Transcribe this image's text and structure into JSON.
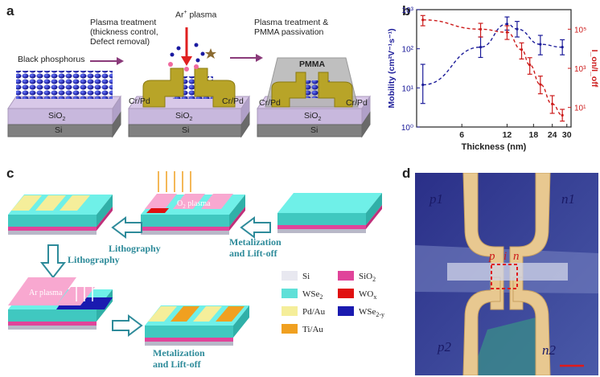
{
  "panels": {
    "a": {
      "letter": "a",
      "step1_label": "Black phosphorus",
      "step2_label_lines": [
        "Plasma treatment",
        "(thickness control,",
        "Defect removal)"
      ],
      "plasma_label": "Ar",
      "plasma_sup": "+",
      "plasma_suffix": " plasma",
      "step3_label_lines": [
        "Plasma treatment &",
        "PMMA passivation"
      ],
      "pmma": "PMMA",
      "sio2": "SiO",
      "sio2_sub": "2",
      "si": "Si",
      "contact": "Cr/Pd"
    },
    "b": {
      "letter": "b"
    },
    "c": {
      "letter": "c",
      "lithography_1": "Lithography",
      "metal_1_lines": [
        "Metalization",
        "and Lift-off"
      ],
      "lithography_2": "Lithography",
      "metal_2_lines": [
        "Metalization",
        "and Lift-off"
      ],
      "o2_plasma": "O",
      "o2_sub": "2",
      "o2_suffix": " plasma",
      "ar_plasma": "Ar plasma",
      "legend": [
        {
          "label": "Si",
          "sub": "",
          "color": "#e8e8f0"
        },
        {
          "label": "SiO",
          "sub": "2",
          "color": "#e0449a"
        },
        {
          "label": "WSe",
          "sub": "2",
          "color": "#5fe0d8"
        },
        {
          "label": "WO",
          "sub": "x",
          "color": "#e01010"
        },
        {
          "label": "Pd/Au",
          "sub": "",
          "color": "#f5ee9a"
        },
        {
          "label": "WSe",
          "sub": "2-y",
          "color": "#1a1ab0"
        },
        {
          "label": "Ti/Au",
          "sub": "",
          "color": "#f0a020"
        }
      ]
    },
    "d": {
      "letter": "d",
      "labels": [
        "p1",
        "n1",
        "p2",
        "n2"
      ],
      "pin": [
        "p",
        "i",
        "n"
      ]
    }
  },
  "chart_data": {
    "type": "scatter",
    "xlabel": "Thickness (nm)",
    "ylabel_left": "Mobility (cm²V⁻¹s⁻¹)",
    "ylabel_right": "I_on/I_off",
    "x_scale": "log",
    "x_ticks": [
      6,
      12,
      18,
      24,
      30
    ],
    "xlim": [
      3,
      32
    ],
    "ylim_left": [
      1,
      1000
    ],
    "ylim_right": [
      1,
      1000000
    ],
    "left_tick_labels": [
      "10⁰",
      "10¹",
      "10²",
      "10³"
    ],
    "right_tick_labels": [
      "10¹",
      "10³",
      "10⁵"
    ],
    "series": [
      {
        "axis": "left",
        "color": "#1a1a99",
        "x": [
          3.3,
          8,
          12,
          14,
          20,
          28
        ],
        "y": [
          12,
          110,
          430,
          320,
          130,
          110
        ],
        "err_low": [
          4,
          60,
          300,
          200,
          70,
          70
        ],
        "err_high": [
          40,
          200,
          650,
          500,
          220,
          170
        ]
      },
      {
        "axis": "right",
        "color": "#cc1a1a",
        "x": [
          3.3,
          8,
          12,
          15,
          17,
          20,
          24,
          28
        ],
        "y": [
          300000,
          100000,
          70000,
          9000,
          1500,
          150,
          15,
          4
        ],
        "err_low": [
          150000,
          40000,
          30000,
          3000,
          500,
          50,
          5,
          2
        ],
        "err_high": [
          500000,
          200000,
          150000,
          20000,
          3500,
          400,
          40,
          8
        ]
      }
    ]
  }
}
